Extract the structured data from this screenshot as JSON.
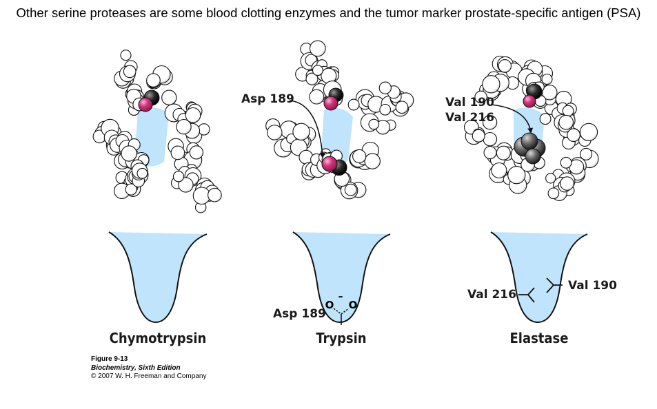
{
  "title": "Other serine proteases are some blood clotting enzymes and the tumor marker prostate-specific antigen (PSA)",
  "colors": {
    "pocket_fill": "#bfe4fb",
    "pocket_stroke": "#111111",
    "atom_white": "#ffffff",
    "atom_magenta": "#d6327e",
    "atom_black": "#222222",
    "atom_gray": "#555555"
  },
  "panels": [
    {
      "enzyme": "Chymotrypsin",
      "space_fill_labels": [],
      "pocket_labels": []
    },
    {
      "enzyme": "Trypsin",
      "space_fill_labels": [
        "Asp 189"
      ],
      "pocket_labels": [
        "Asp 189"
      ],
      "charge_sign": "–",
      "carboxylate_atoms": [
        "O",
        "O"
      ]
    },
    {
      "enzyme": "Elastase",
      "space_fill_labels": [
        "Val 190",
        "Val 216"
      ],
      "pocket_labels": [
        "Val 216",
        "Val 190"
      ]
    }
  ],
  "caption": {
    "figure": "Figure 9-13",
    "book": "Biochemistry, Sixth Edition",
    "copyright": "© 2007 W. H. Freeman and Company"
  }
}
